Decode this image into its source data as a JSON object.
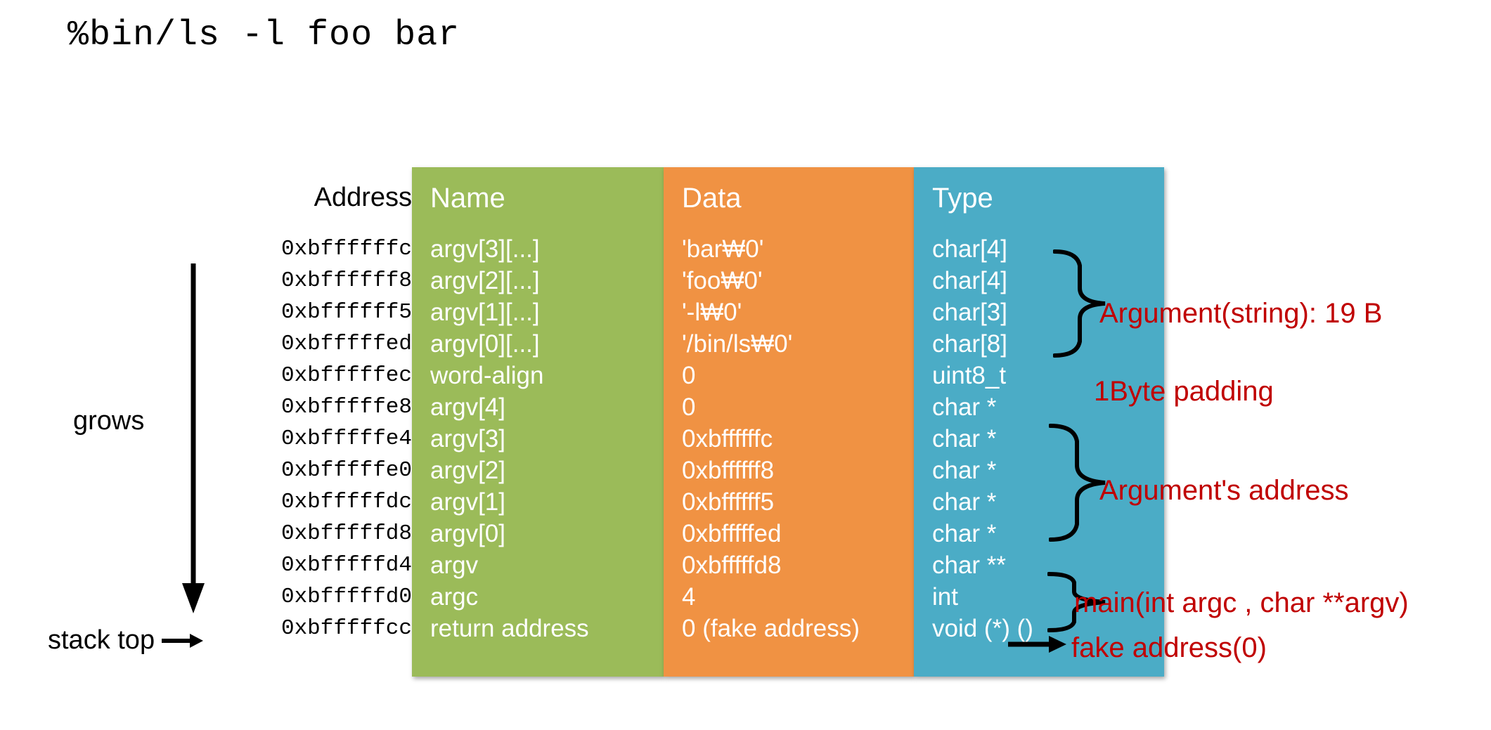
{
  "title": "%bin/ls -l foo bar",
  "table": {
    "address_header": "Address",
    "headers": {
      "name": "Name",
      "data": "Data",
      "type": "Type"
    },
    "rows": [
      {
        "address": "0xbffffffc",
        "name": "argv[3][...]",
        "data": "'bar₩0'",
        "type": "char[4]"
      },
      {
        "address": "0xbffffff8",
        "name": "argv[2][...]",
        "data": "'foo₩0'",
        "type": "char[4]"
      },
      {
        "address": "0xbffffff5",
        "name": "argv[1][...]",
        "data": "'-l₩0'",
        "type": "char[3]"
      },
      {
        "address": "0xbfffffed",
        "name": "argv[0][...]",
        "data": "'/bin/ls₩0'",
        "type": "char[8]"
      },
      {
        "address": "0xbfffffec",
        "name": "word-align",
        "data": "0",
        "type": "uint8_t"
      },
      {
        "address": "0xbfffffe8",
        "name": "argv[4]",
        "data": "0",
        "type": "char *"
      },
      {
        "address": "0xbfffffe4",
        "name": "argv[3]",
        "data": "0xbffffffc",
        "type": "char *"
      },
      {
        "address": "0xbfffffe0",
        "name": "argv[2]",
        "data": "0xbffffff8",
        "type": "char *"
      },
      {
        "address": "0xbfffffdc",
        "name": "argv[1]",
        "data": "0xbffffff5",
        "type": "char *"
      },
      {
        "address": "0xbfffffd8",
        "name": "argv[0]",
        "data": "0xbfffffed",
        "type": "char *"
      },
      {
        "address": "0xbfffffd4",
        "name": "argv",
        "data": "0xbfffffd8",
        "type": "char **"
      },
      {
        "address": "0xbfffffd0",
        "name": "argc",
        "data": "4",
        "type": "int"
      },
      {
        "address": "0xbfffffcc",
        "name": "return address",
        "data": "0 (fake address)",
        "type": "void (*) ()"
      }
    ]
  },
  "left_labels": {
    "grows": "grows",
    "stack_top": "stack top"
  },
  "annotations": {
    "argument_string": "Argument(string): 19 B",
    "padding": "1Byte padding",
    "argument_address": "Argument's address",
    "main_signature": "main(int argc , char **argv)",
    "fake_address": "fake address(0)"
  },
  "colors": {
    "name_column": "#9bbb59",
    "data_column": "#f09243",
    "type_column": "#4bacc6",
    "annotation": "#c00000"
  }
}
